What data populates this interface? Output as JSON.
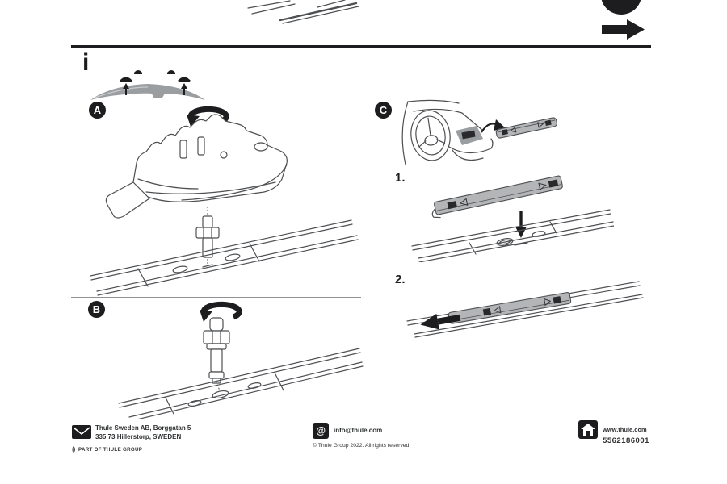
{
  "page": {
    "bg": "#ffffff",
    "ink": "#1d1d1f",
    "line_color": "#4d4f52",
    "roof_fill": "#9b9ea1",
    "strip_fill": "#b3b5b7"
  },
  "top_nav": {
    "page_dot_icon": "page-indicator-dot",
    "next_arrow_icon": "arrow-right"
  },
  "sections": {
    "info_label": "i",
    "a_label": "A",
    "b_label": "B",
    "c_label": "C",
    "step1_label": "1.",
    "step2_label": "2."
  },
  "footer": {
    "address_icon": "envelope",
    "address_line1": "Thule Sweden AB, Borggatan 5",
    "address_line2": "335 73 Hillerstorp, SWEDEN",
    "group_note": "PART OF THULE GROUP",
    "email_icon": "at-sign",
    "at_symbol": "@",
    "email": "info@thule.com",
    "copyright": "© Thule Group 2022. All rights reserved.",
    "web_icon": "home",
    "website": "www.thule.com",
    "part_number": "5562186001"
  }
}
